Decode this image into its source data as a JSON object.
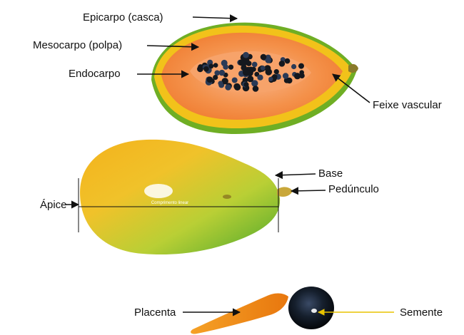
{
  "labels": {
    "epicarpo": "Epicarpo (casca)",
    "mesocarpo": "Mesocarpo (polpa)",
    "endocarpo": "Endocarpo",
    "feixe": "Feixe vascular",
    "base": "Base",
    "pedunculo": "Pedúnculo",
    "apice": "Ápice",
    "comprimento": "Comprimento linear",
    "placenta": "Placenta",
    "semente": "Semente"
  },
  "colors": {
    "arrow": "#111111",
    "seed_pointer": "#e8c300",
    "peel_green": "#6fae24",
    "peel_yellow": "#f2c21a",
    "pulp_orange": "#f4883a",
    "pulp_light": "#f7a36a",
    "seed_dark": "#14181e",
    "placenta_orange": "#f08a18"
  }
}
